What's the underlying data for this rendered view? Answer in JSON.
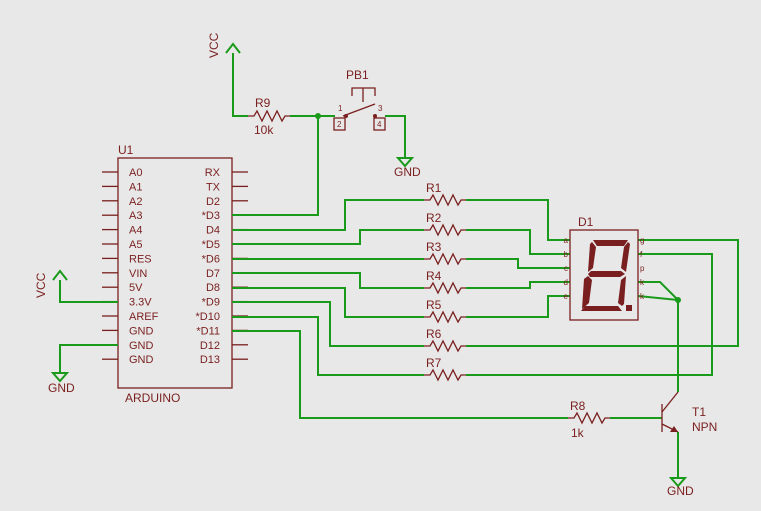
{
  "arduino": {
    "ref": "U1",
    "name": "ARDUINO",
    "left_pins": [
      "A0",
      "A1",
      "A2",
      "A3",
      "A4",
      "A5",
      "RES",
      "VIN",
      "5V",
      "3.3V",
      "AREF",
      "GND",
      "GND",
      "GND"
    ],
    "right_pins": [
      "RX",
      "TX",
      "D2",
      "*D3",
      "D4",
      "*D5",
      "*D6",
      "D7",
      "D8",
      "*D9",
      "*D10",
      "*D11",
      "D12",
      "D13"
    ]
  },
  "power": {
    "vcc_top": "VCC",
    "vcc_left": "VCC",
    "gnd_button": "GND",
    "gnd_arduino": "GND",
    "gnd_transistor": "GND"
  },
  "button": {
    "ref": "PB1",
    "pin1": "1",
    "pin2": "2",
    "pin3": "3",
    "pin4": "4"
  },
  "r9": {
    "ref": "R9",
    "value": "10k"
  },
  "r8": {
    "ref": "R8",
    "value": "1k"
  },
  "segment_resistors": [
    "R1",
    "R2",
    "R3",
    "R4",
    "R5",
    "R6",
    "R7"
  ],
  "display": {
    "ref": "D1",
    "left_pins": [
      "a",
      "b",
      "c",
      "d",
      "e"
    ],
    "right_pins": [
      "g",
      "f",
      "p",
      "k",
      "k"
    ]
  },
  "transistor": {
    "ref": "T1",
    "type": "NPN"
  },
  "colors": {
    "wire": "#1a9a1a",
    "component": "#7a1f1f",
    "background": "#e8e8e8"
  }
}
